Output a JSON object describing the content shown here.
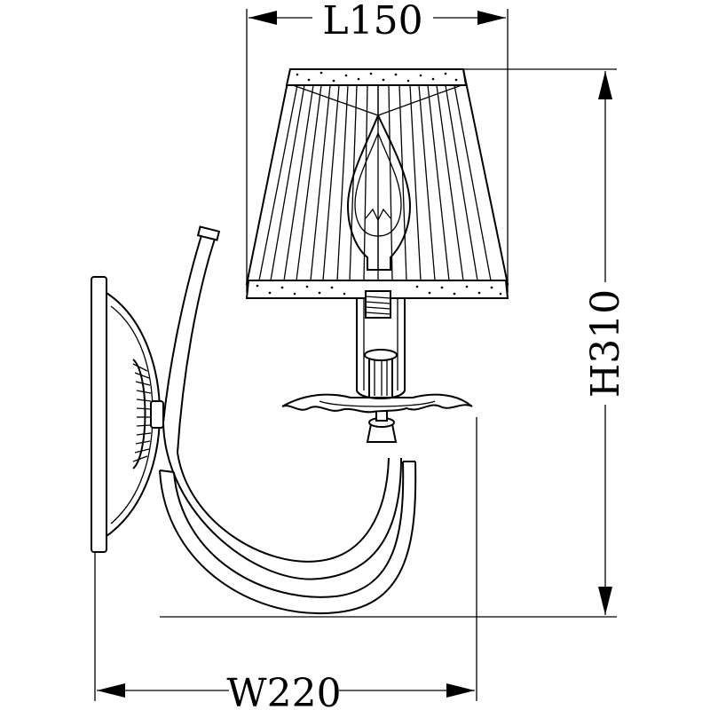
{
  "dimensions": {
    "length_label": "L150",
    "height_label": "H310",
    "width_label": "W220"
  },
  "colors": {
    "line": "#000000",
    "background": "#ffffff"
  },
  "parts": {
    "shade": "pleated-lamp-shade",
    "bulb": "candle-bulb",
    "socket": "candle-socket",
    "drip_pan": "scalloped-drip-pan",
    "arm": "curved-arm",
    "backplate": "wall-backplate"
  }
}
